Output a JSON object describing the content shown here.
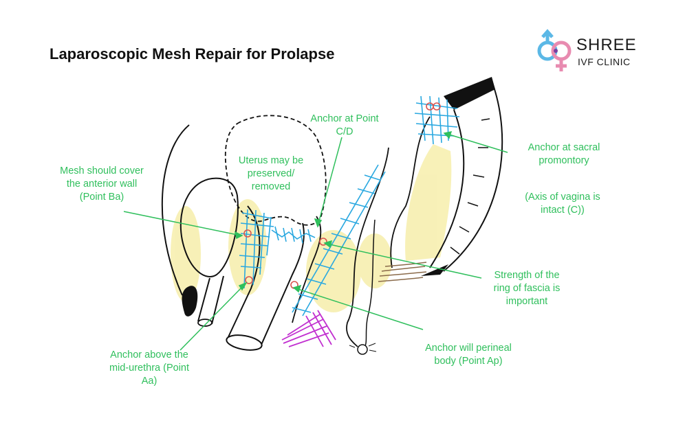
{
  "title": "Laparoscopic Mesh Repair for Prolapse",
  "logo": {
    "name": "SHREE",
    "sub": "IVF CLINIC",
    "icon": "male-female-symbols-icon",
    "colors": {
      "male": "#5bb8e6",
      "female": "#e88bb0"
    }
  },
  "colors": {
    "label": "#2fbf5c",
    "mesh": "#29a8e0",
    "suture": "#d9534f",
    "perineum": "#c12fd0",
    "fascia": "#8a6a4a",
    "tissue": "#f7efb0"
  },
  "labels": {
    "anterior_wall": [
      "Mesh should cover",
      "the anterior wall",
      "(Point Ba)"
    ],
    "uterus": [
      "Uterus may be",
      "preserved/",
      "removed"
    ],
    "point_cd": [
      "Anchor at Point",
      "C/D"
    ],
    "sacral": [
      "Anchor at sacral",
      "promontory"
    ],
    "axis": [
      "(Axis of vagina is",
      "intact (C))"
    ],
    "fascia": [
      "Strength of the",
      "ring of fascia is",
      "important"
    ],
    "mid_urethra": [
      "Anchor above the",
      "mid-urethra (Point",
      "Aa)"
    ],
    "perineal": [
      "Anchor will perineal",
      "body (Point Ap)"
    ]
  }
}
